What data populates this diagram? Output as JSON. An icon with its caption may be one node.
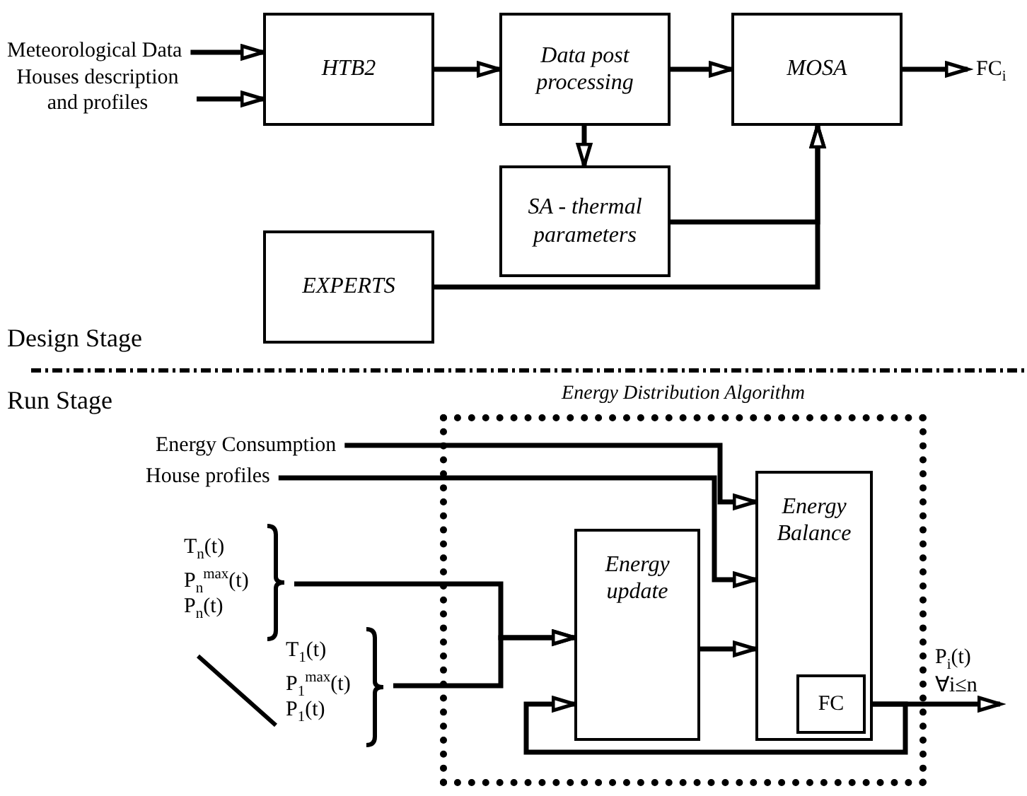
{
  "diagram": {
    "nodes": [
      {
        "text": [
          "Meteorological Data"
        ]
      },
      {
        "text": [
          "Houses description and profiles"
        ]
      },
      {
        "text": [
          "HTB2"
        ]
      },
      {
        "text": [
          "Data post processing"
        ]
      },
      {
        "text": [
          "MOSA"
        ]
      },
      {
        "text": [
          "FC$_{i}$"
        ]
      },
      {
        "text": [
          "SA - thermal parameters"
        ]
      },
      {
        "text": [
          "EXPERTS"
        ]
      },
      {
        "text": [
          "Energy Distribution Algorithm"
        ]
      },
      {
        "text": [
          "Energy Consumption"
        ]
      },
      {
        "text": [
          "House profiles"
        ]
      },
      {
        "text": [
          "T$_{n}$(t)",
          "P$_{n}$$^{max}$(t)",
          "P$_{n}$(t)"
        ]
      },
      {
        "text": [
          "T$_{1}$(t)",
          "P$_{1}$$^{max}$(t)",
          "P$_{1}$(t)"
        ]
      },
      {
        "text": [
          "Energy update"
        ],
        "in": 8
      },
      {
        "text": [
          "Energy Balance"
        ],
        "in": 8
      },
      {
        "text": [
          "FC"
        ],
        "in": 14
      }
    ],
    "edges": [
      {
        "from": 0,
        "to": 2,
        "arrow": "to"
      },
      {
        "from": 1,
        "to": 2,
        "arrow": "to"
      },
      {
        "from": 2,
        "to": 3,
        "arrow": "to"
      },
      {
        "from": 3,
        "to": 4,
        "arrow": "to"
      },
      {
        "from": 4,
        "to": 5,
        "arrow": "to"
      },
      {
        "from": 3,
        "to": 6,
        "arrow": "to"
      },
      {
        "from": 6,
        "to": 4,
        "arrow": "to"
      },
      {
        "from": 7,
        "to": 4,
        "arrow": "to"
      },
      {
        "from": 9,
        "to": 14,
        "arrow": "to"
      },
      {
        "from": 10,
        "to": 14,
        "arrow": "to"
      },
      {
        "from": 11,
        "to": 13,
        "arrow": "to"
      },
      {
        "from": 12,
        "to": 13,
        "arrow": "to"
      },
      {
        "from": 13,
        "to": 14,
        "arrow": "to"
      },
      {
        "from": 15,
        "to": null,
        "arrow": "to"
      },
      {
        "from": 15,
        "to": 13,
        "arrow": "to"
      }
    ],
    "labels": [
      "Design Stage",
      "Run Stage",
      "P$_{i}$(t)",
      "∀i≤n"
    ]
  }
}
